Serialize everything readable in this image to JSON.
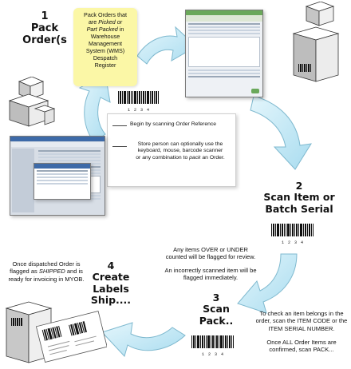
{
  "steps": {
    "s1": {
      "num": "1",
      "title1": "Pack",
      "title2": "Order(s"
    },
    "s2": {
      "num": "2",
      "title1": "Scan Item or",
      "title2": "Batch Serial"
    },
    "s3": {
      "num": "3",
      "title1": "Scan",
      "title2": "Pack.."
    },
    "s4": {
      "num": "4",
      "title1": "Create",
      "title2": "Labels",
      "title3": "Ship...."
    }
  },
  "sticky_note": {
    "line1": "Pack Orders that",
    "line2_pre": "are ",
    "line2_em": "Picked or",
    "line3_em": "Part Packed",
    "line3_post": " in",
    "line4": "Warehouse",
    "line5": "Management",
    "line6": "System (WMS)",
    "line7": "Despatch",
    "line8": "Register"
  },
  "callout": {
    "item1": "Begin by scanning Order Reference",
    "item2_a": "Store person can optionally use the",
    "item2_b": "keyboard, mouse, barcode scanner",
    "item2_c_pre": "or any combination to ",
    "item2_c_em": "pack",
    "item2_c_post": " an Order."
  },
  "notes": {
    "over_under_1": "Any items OVER or UNDER",
    "over_under_2": "counted will be flagged for review.",
    "incorrect_1": "An incorrectly scanned item will be",
    "incorrect_2": "flagged immediately.",
    "check_1": "To check an item belongs in the",
    "check_2": "order, scan the ITEM CODE or the",
    "check_3": "ITEM SERIAL NUMBER.",
    "confirm_1": "Once ALL Order Items are",
    "confirm_2": "confirmed, scan PACK...",
    "dispatch_1": "Once dispatched Order is",
    "dispatch_2_pre": "flagged as ",
    "dispatch_2_em": "SHIPPED",
    "dispatch_2_post": " and is",
    "dispatch_3": "ready for invoicing in MYOB."
  },
  "barcodes": {
    "top": "1 2 3 4",
    "right": "1 2 3 4",
    "bottom": "1 2 3 4"
  },
  "icons": [
    "boxes-icon",
    "barcode-icon",
    "screenshot-icon",
    "curved-arrow-icon",
    "label-icon"
  ],
  "colors": {
    "arrow_fill": "#bfe8f6",
    "arrow_stroke": "#7fb9cf",
    "sticky": "#fbf7a6"
  }
}
